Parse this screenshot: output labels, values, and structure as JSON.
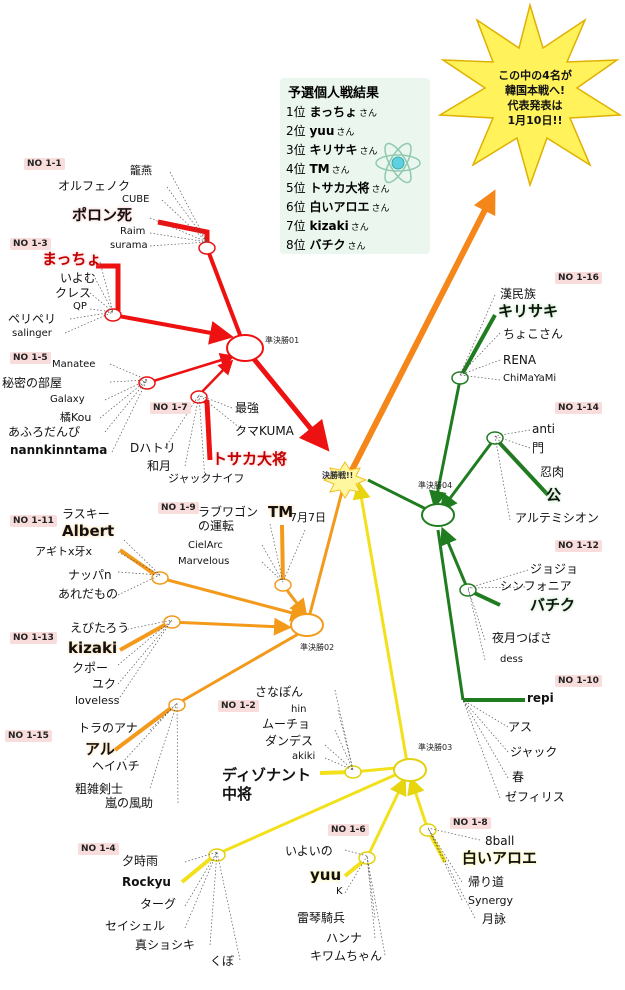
{
  "results": {
    "title": "予選個人戦結果",
    "suffix": "さん",
    "entries": [
      {
        "rank": "1位",
        "name": "まっちょ"
      },
      {
        "rank": "2位",
        "name": "yuu"
      },
      {
        "rank": "3位",
        "name": "キリサキ"
      },
      {
        "rank": "4位",
        "name": "TM"
      },
      {
        "rank": "5位",
        "name": "トサカ大将"
      },
      {
        "rank": "6位",
        "name": "白いアロエ"
      },
      {
        "rank": "7位",
        "name": "kizaki"
      },
      {
        "rank": "8位",
        "name": "バチク"
      }
    ]
  },
  "announcement": {
    "lines": [
      "この中の4名が",
      "韓国本戦へ!",
      "代表発表は",
      "1月10日!!"
    ]
  },
  "nodes": {
    "final": "決勝戦!!",
    "sf01": "準決勝01",
    "sf02": "準決勝02",
    "sf03": "準決勝03",
    "sf04": "準決勝04"
  },
  "groups": {
    "g1": {
      "label": "NO 1-1",
      "names": [
        "籠燕",
        "オルフェノク",
        "CUBE",
        "ポロン死",
        "Raim",
        "surama"
      ]
    },
    "g3": {
      "label": "NO 1-3",
      "names": [
        "まっちょ",
        "いよむ",
        "クレス",
        "QP",
        "ペリペリ",
        "salinger"
      ]
    },
    "g5": {
      "label": "NO 1-5",
      "names": [
        "Manatee",
        "秘密の部屋",
        "Galaxy",
        "橘Kou",
        "あふろだんぴ",
        "nannkinntama"
      ]
    },
    "g7": {
      "label": "NO 1-7",
      "names": [
        "最強",
        "クマKUMA",
        "Dハトリ",
        "和月",
        "ジャックナイフ",
        "トサカ大将"
      ]
    },
    "g9": {
      "label": "NO 1-9",
      "names": [
        "ラブワゴンの運転",
        "TM",
        "7月7日",
        "CielArc",
        "Marvelous"
      ]
    },
    "g11": {
      "label": "NO 1-11",
      "names": [
        "ラスキー",
        "Albert",
        "アギトx牙x",
        "ナッパn",
        "あれだもの"
      ]
    },
    "g13": {
      "label": "NO 1-13",
      "names": [
        "えびたろう",
        "kizaki",
        "クポー",
        "ユク",
        "loveless"
      ]
    },
    "g15": {
      "label": "NO 1-15",
      "names": [
        "トラのアナ",
        "アル",
        "ヘイハチ",
        "粗雑剣士",
        "嵐の風助"
      ]
    },
    "g2": {
      "label": "NO 1-2",
      "names": [
        "さなぽん",
        "hin",
        "ムーチョ",
        "ダンデス",
        "akiki",
        "ディゾナント",
        "中将"
      ]
    },
    "g4": {
      "label": "NO 1-4",
      "names": [
        "夕時雨",
        "Rockyu",
        "ターグ",
        "セイシェル",
        "真ショシキ",
        "くぼ"
      ]
    },
    "g6": {
      "label": "NO 1-6",
      "names": [
        "いよいの",
        "yuu",
        "K",
        "雷琴騎兵",
        "ハンナ",
        "キワムちゃん"
      ]
    },
    "g8": {
      "label": "NO 1-8",
      "names": [
        "8ball",
        "白いアロエ",
        "帰り道",
        "Synergy",
        "月詠"
      ]
    },
    "g16": {
      "label": "NO 1-16",
      "names": [
        "漢民族",
        "キリサキ",
        "ちょこさん",
        "RENA",
        "ChiMaYaMi"
      ]
    },
    "g14": {
      "label": "NO 1-14",
      "names": [
        "anti",
        "門",
        "忍肉",
        "公",
        "アルテミシオン"
      ]
    },
    "g12": {
      "label": "NO 1-12",
      "names": [
        "ジョジョ",
        "シンフォニア",
        "バチク",
        "夜月つばさ",
        "dess"
      ]
    },
    "g10": {
      "label": "NO 1-10",
      "names": [
        "repi",
        "アス",
        "ジャック",
        "春",
        "ゼフィリス"
      ]
    }
  },
  "colors": {
    "red": "#ee1111",
    "orange": "#f39a1b",
    "green": "#1f7d1f",
    "yellow": "#f2e11a",
    "finalArrow": "#f5861a"
  }
}
